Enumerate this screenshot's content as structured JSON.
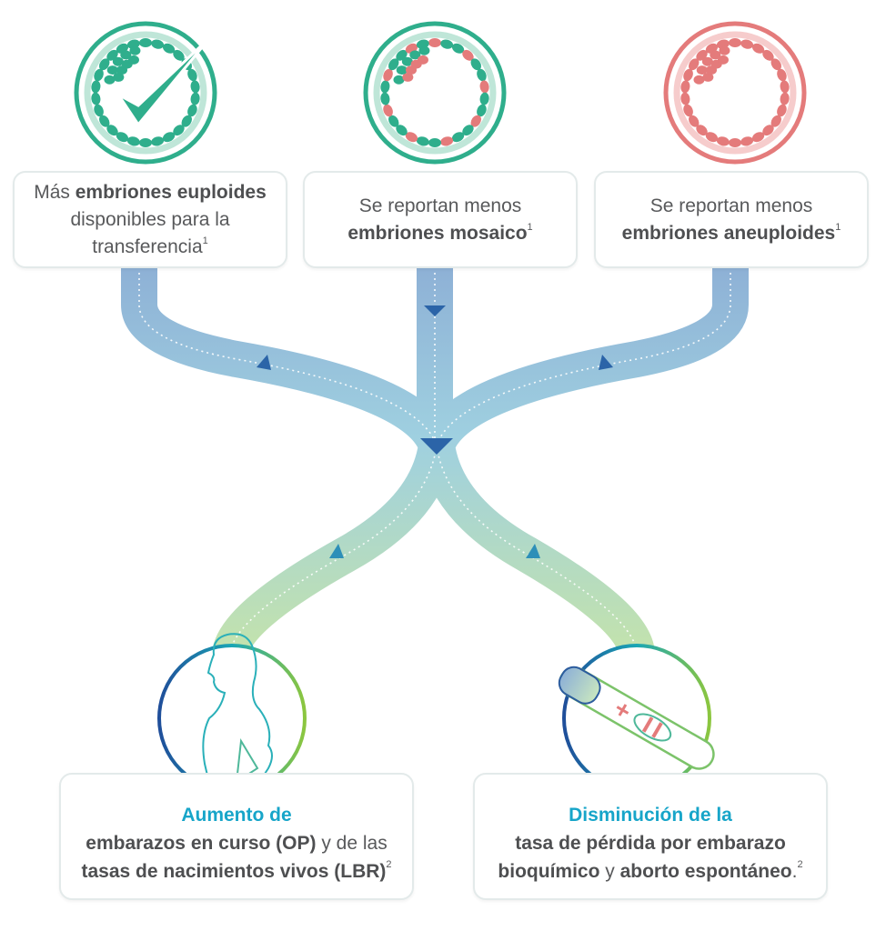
{
  "colors": {
    "green": "#2fae8c",
    "red": "#e47b7b",
    "path_top": "#8eb1d6",
    "path_bottom": "#bfe0ae",
    "heading": "#17a5c9",
    "text": "#58595b"
  },
  "top_cards": [
    {
      "icon": "euploid-embryo-check-icon",
      "line1_pre": "Más ",
      "line1_bold": "embriones euploides",
      "line2": "disponibles para la",
      "line3": "transferencia",
      "sup": "1"
    },
    {
      "icon": "mosaic-embryo-icon",
      "line1": "Se reportan menos",
      "line2_bold": "embriones mosaico",
      "sup": "1"
    },
    {
      "icon": "aneuploid-embryo-icon",
      "line1": "Se reportan menos",
      "line2_bold": "embriones aneuploides",
      "sup": "1"
    }
  ],
  "bottom_cards": [
    {
      "icon": "pregnant-woman-icon",
      "heading": "Aumento de",
      "line2_bold1": "embarazos en curso (OP)",
      "line2_rest": " y de las",
      "line3_bold": "tasas de nacimientos vivos (LBR)",
      "sup": "2"
    },
    {
      "icon": "pregnancy-test-icon",
      "heading": "Disminución de la",
      "line2_bold": "tasa de pérdida por embarazo",
      "line3_bold1": "bioquímico",
      "line3_mid": " y ",
      "line3_bold2": "aborto espontáneo",
      "line3_end": ".",
      "sup": "2"
    }
  ]
}
